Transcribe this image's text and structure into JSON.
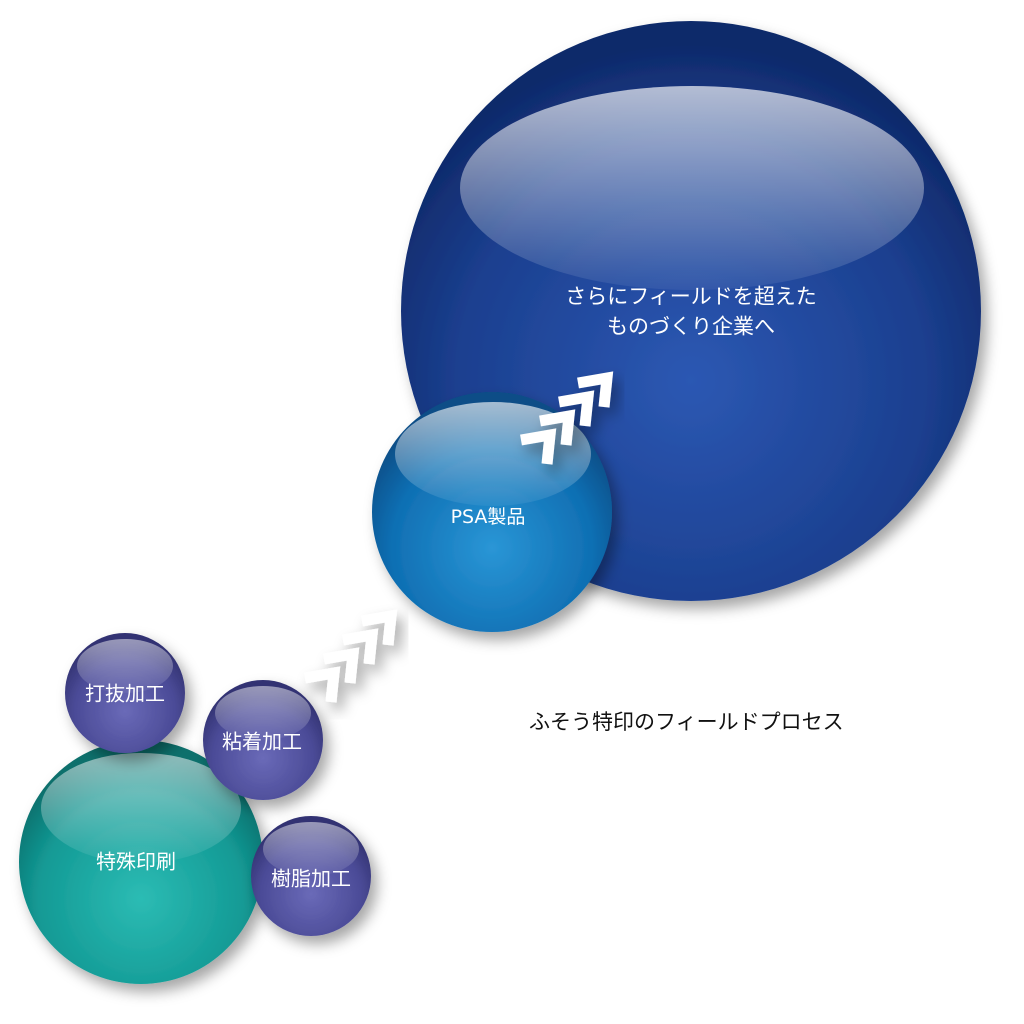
{
  "caption": "ふそう特印のフィールドプロセス",
  "goal": {
    "line1": "さらにフィールドを超えた",
    "line2": "ものづくり企業へ"
  },
  "psa": {
    "label": "PSA製品"
  },
  "special_printing": {
    "label": "特殊印刷"
  },
  "punching": {
    "label": "打抜加工"
  },
  "adhesive": {
    "label": "粘着加工"
  },
  "resin": {
    "label": "樹脂加工"
  },
  "colors": {
    "goal_sphere": "#1b3f8f",
    "psa_sphere": "#0f6fb3",
    "special_printing_sphere": "#139a95",
    "process_spheres": "#4b4b97",
    "arrows": "#ffffff"
  }
}
